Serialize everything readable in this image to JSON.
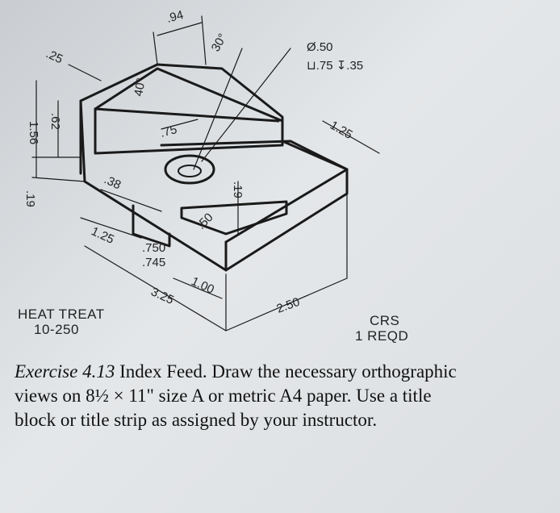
{
  "dimensions": {
    "d025": ".25",
    "d094": ".94",
    "d30deg": "30°",
    "hole_dia": "Ø.50",
    "cbore": "⊔.75 ↧.35",
    "d156": "1.56",
    "d062": ".62",
    "d40deg": "40°",
    "d075": ".75",
    "d125_right": "1.25",
    "d019_left": ".19",
    "d038": ".38",
    "d019_mid": ".19",
    "d050": ".50",
    "d125_left": "1.25",
    "d750": ".750",
    "d745": ".745",
    "d100": "1.00",
    "d325": "3.25",
    "d250": "2.50"
  },
  "notes": {
    "heat_treat_line1": "HEAT TREAT",
    "heat_treat_line2": "10-250",
    "crs_line1": "CRS",
    "crs_line2": "1 REQD"
  },
  "caption": {
    "exercise_label": "Exercise 4.13",
    "text": "Index Feed. Draw the necessary orthographic views on 8½ × 11\" size A or metric A4 paper. Use a title block or title strip as assigned by your instructor."
  }
}
